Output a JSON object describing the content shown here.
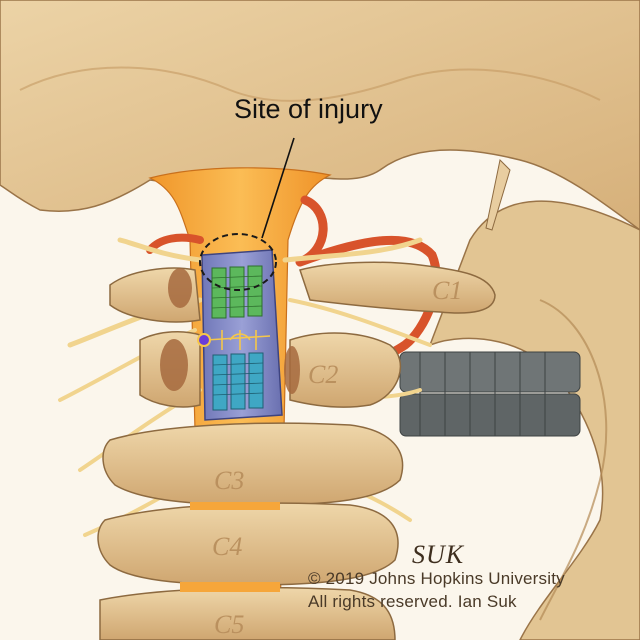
{
  "callout": {
    "label": "Site of injury"
  },
  "vertebrae": {
    "c1": "C1",
    "c2": "C2",
    "c3": "C3",
    "c4": "C4",
    "c5": "C5"
  },
  "credit": {
    "signature": "SUK",
    "line1": "© 2019 Johns Hopkins University",
    "line2": "All rights reserved. Ian Suk"
  },
  "colors": {
    "bone": "#e5c998",
    "bone_shadow": "#c49a62",
    "spinal_cord": "#f6a63a",
    "artery": "#d8532b",
    "nerve": "#f1d48e",
    "implant": "#7f86c4",
    "electrode": "#5cb85c",
    "electrode_lower": "#3fa7c4"
  }
}
